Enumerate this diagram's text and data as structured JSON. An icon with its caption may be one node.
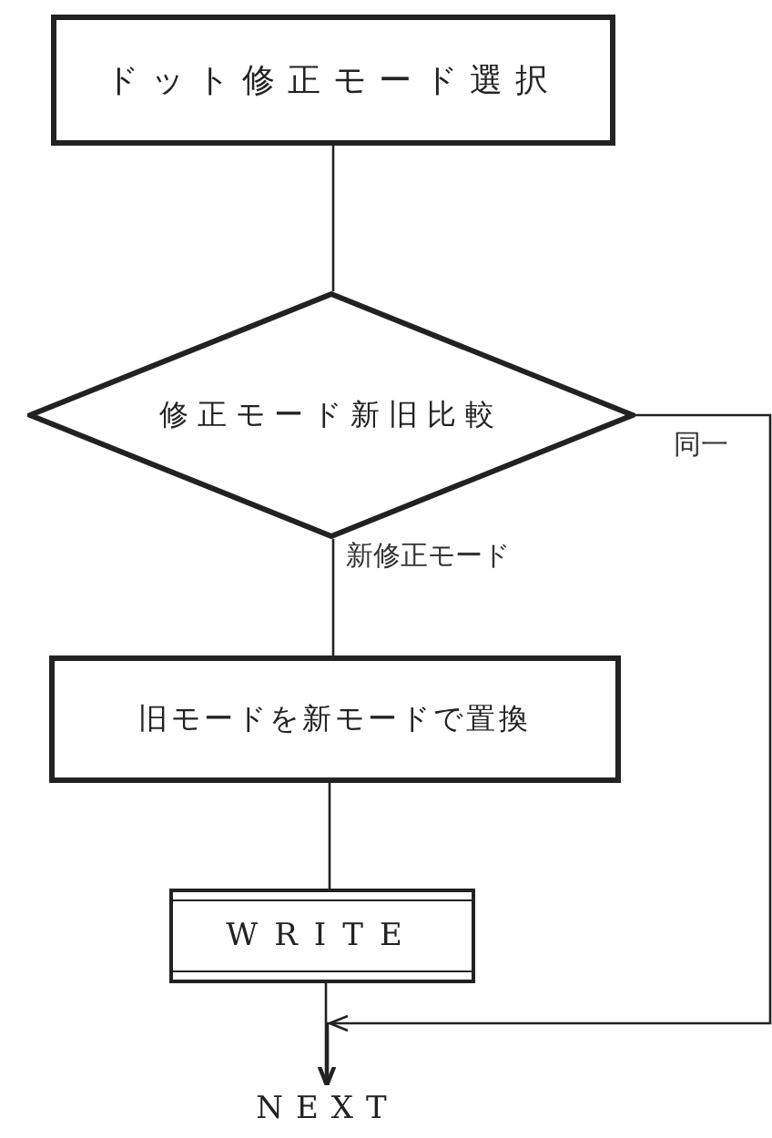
{
  "diagram": {
    "nodes": [
      {
        "text": [
          "ドット修正モード選択"
        ]
      },
      {
        "text": [
          "修正モード新旧比較"
        ]
      },
      {
        "text": [
          "旧モードを新モードで置換"
        ]
      },
      {
        "text": [
          "WRITE"
        ]
      },
      {
        "text": [
          "NEXT"
        ]
      }
    ],
    "edges": [
      {
        "from": 0,
        "to": 1,
        "arrow": "none"
      },
      {
        "from": 1,
        "to": 2,
        "arrow": "none",
        "label": "新修正モード"
      },
      {
        "from": 2,
        "to": 3,
        "arrow": "none"
      },
      {
        "from": 3,
        "to": 4,
        "arrow": "to"
      },
      {
        "from": 1,
        "to": 4,
        "arrow": "to",
        "label": "同一"
      }
    ]
  }
}
